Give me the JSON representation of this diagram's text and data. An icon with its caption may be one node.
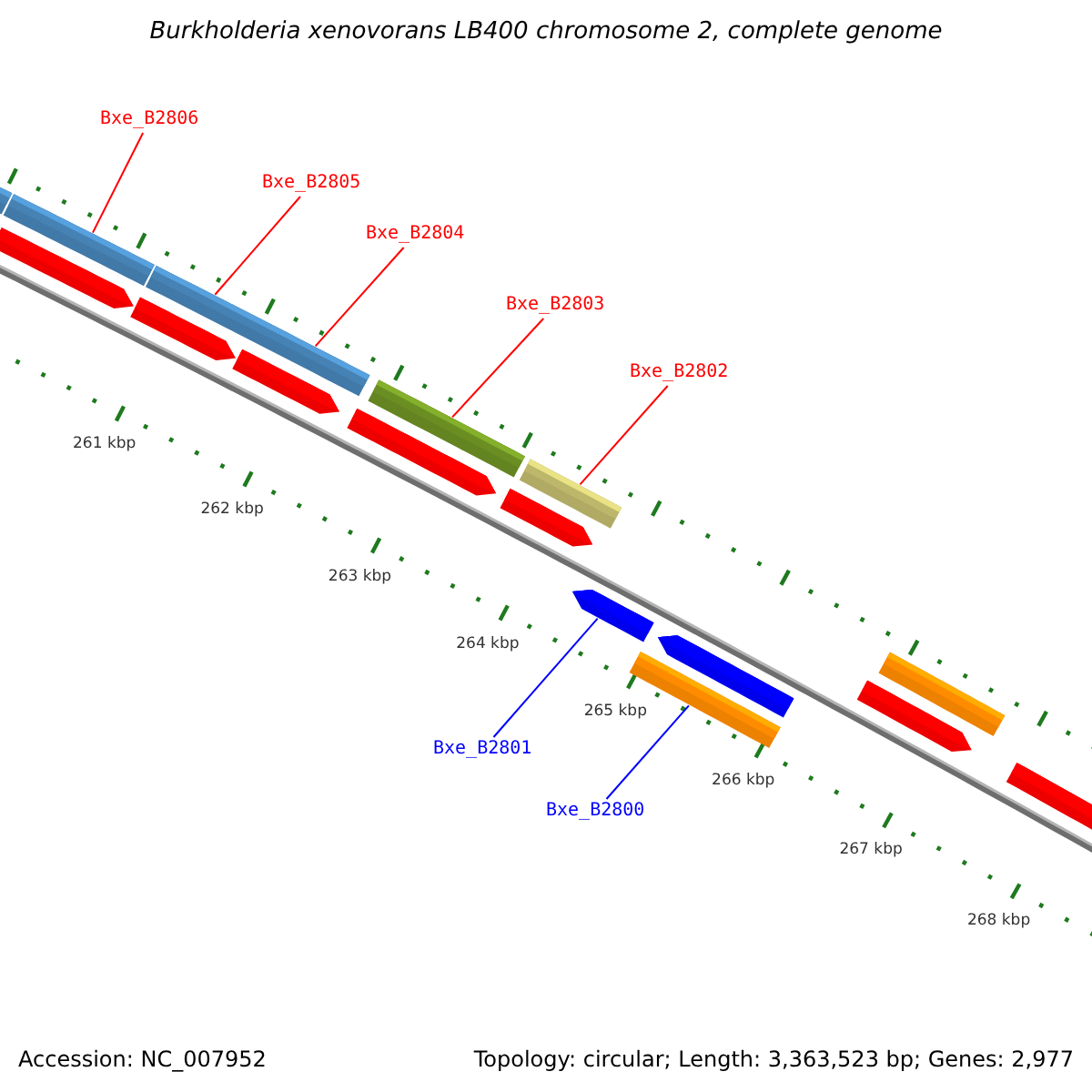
{
  "diagram": {
    "title": "Burkholderia xenovorans LB400 chromosome 2, complete genome",
    "nodes": [
      {
        "text": [
          "Bxe_B2806"
        ]
      },
      {
        "text": [
          "Bxe_B2805"
        ]
      },
      {
        "text": [
          "Bxe_B2804"
        ]
      },
      {
        "text": [
          "Bxe_B2803"
        ]
      },
      {
        "text": [
          "Bxe_B2802"
        ]
      },
      {
        "text": [
          "Bxe_B2801"
        ]
      },
      {
        "text": [
          "Bxe_B2800"
        ]
      },
      {
        "text": [],
        "shape": "bar"
      },
      {
        "text": [],
        "shape": "arrow"
      },
      {
        "text": [],
        "shape": "bar"
      },
      {
        "text": [],
        "shape": "bar"
      },
      {
        "text": [],
        "shape": "arrow"
      },
      {
        "text": [],
        "shape": "arrow"
      },
      {
        "text": [],
        "shape": "bar"
      },
      {
        "text": [],
        "shape": "arrow"
      },
      {
        "text": [],
        "shape": "bar"
      },
      {
        "text": [],
        "shape": "arrow"
      },
      {
        "text": [],
        "shape": "arrow"
      },
      {
        "text": [],
        "shape": "bar"
      },
      {
        "text": [],
        "shape": "arrow"
      },
      {
        "text": [],
        "shape": "arrow"
      },
      {
        "text": [],
        "shape": "bar"
      },
      {
        "text": [],
        "shape": "arrow"
      }
    ],
    "edges": [
      {
        "from": 0,
        "to": 9,
        "arrow": "none"
      },
      {
        "from": 1,
        "to": 10,
        "arrow": "none"
      },
      {
        "from": 2,
        "to": 10,
        "arrow": "none"
      },
      {
        "from": 3,
        "to": 13,
        "arrow": "none"
      },
      {
        "from": 4,
        "to": 15,
        "arrow": "none"
      },
      {
        "from": 5,
        "to": 17,
        "arrow": "none",
        "color": "#0000ff"
      },
      {
        "from": 6,
        "to": 18,
        "arrow": "none",
        "color": "#0000ff"
      }
    ],
    "labels": [
      "261 kbp",
      "262 kbp",
      "263 kbp",
      "264 kbp",
      "265 kbp",
      "266 kbp",
      "267 kbp",
      "268 kbp",
      "Accession: NC_007952",
      "Topology: circular; Length: 3,363,523 bp; Genes: 2,977"
    ]
  }
}
